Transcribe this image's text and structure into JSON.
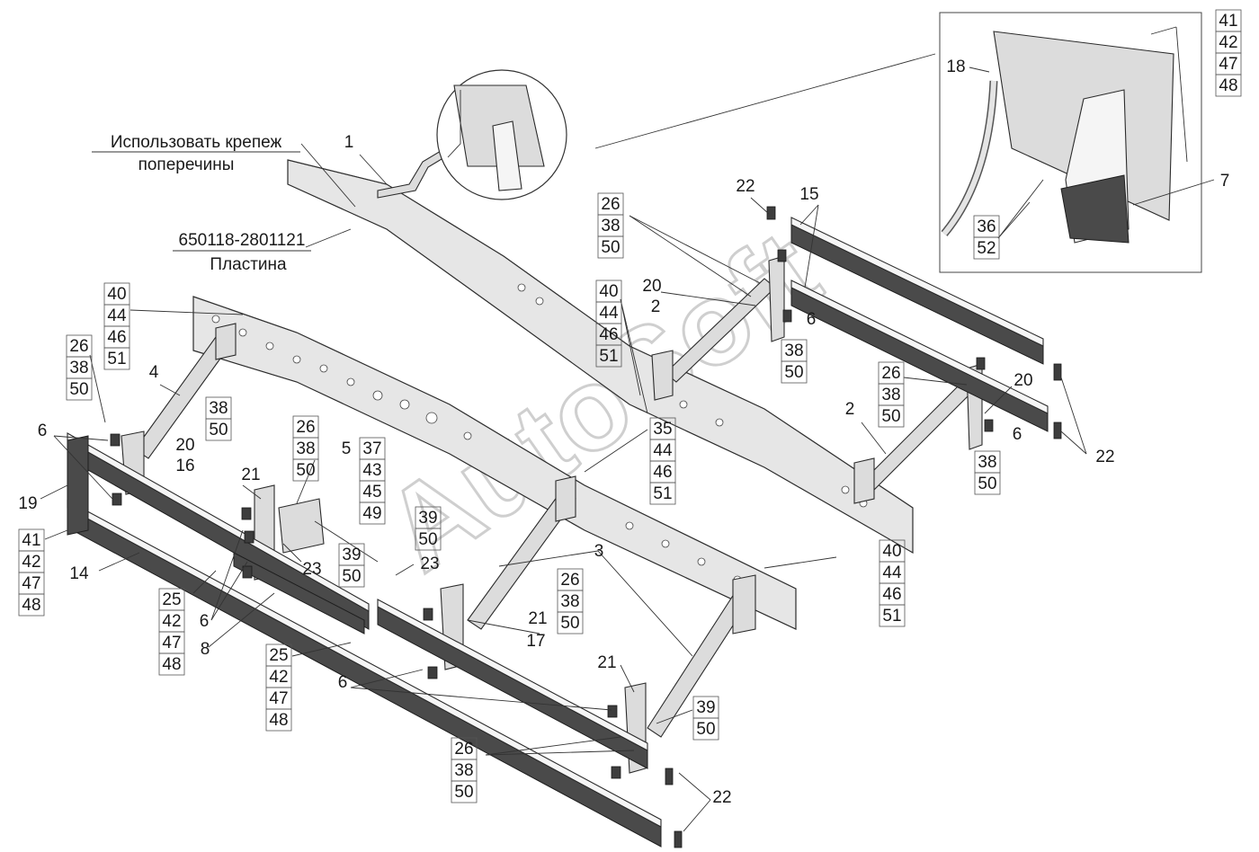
{
  "notes": {
    "use_crossmember_fasteners": [
      "Использовать крепеж",
      "поперечины"
    ],
    "plate_part_number": "650118-2801121",
    "plate_name": "Пластина"
  },
  "watermark": "AutoSoft",
  "callouts": [
    {
      "id": "c1",
      "lines": [
        "1"
      ]
    },
    {
      "id": "c41a",
      "lines": [
        "41",
        "42",
        "47",
        "48"
      ]
    },
    {
      "id": "c18",
      "lines": [
        "18"
      ]
    },
    {
      "id": "c7",
      "lines": [
        "7"
      ]
    },
    {
      "id": "c36",
      "lines": [
        "36",
        "52"
      ]
    },
    {
      "id": "c22a",
      "lines": [
        "22"
      ]
    },
    {
      "id": "c15",
      "lines": [
        "15"
      ]
    },
    {
      "id": "c26a",
      "lines": [
        "26",
        "38",
        "50"
      ]
    },
    {
      "id": "c40a",
      "lines": [
        "40",
        "44",
        "46",
        "51"
      ]
    },
    {
      "id": "c20a",
      "lines": [
        "20"
      ]
    },
    {
      "id": "c2a",
      "lines": [
        "2"
      ]
    },
    {
      "id": "c6a",
      "lines": [
        "6"
      ]
    },
    {
      "id": "c38a",
      "lines": [
        "38",
        "50"
      ]
    },
    {
      "id": "c26b",
      "lines": [
        "26",
        "38",
        "50"
      ]
    },
    {
      "id": "c20b",
      "lines": [
        "20"
      ]
    },
    {
      "id": "c2b",
      "lines": [
        "2"
      ]
    },
    {
      "id": "c6b",
      "lines": [
        "6"
      ]
    },
    {
      "id": "c38b",
      "lines": [
        "38",
        "50"
      ]
    },
    {
      "id": "c22b",
      "lines": [
        "22"
      ]
    },
    {
      "id": "c40b",
      "lines": [
        "40",
        "44",
        "46",
        "51"
      ]
    },
    {
      "id": "c26c",
      "lines": [
        "26",
        "38",
        "50"
      ]
    },
    {
      "id": "c4",
      "lines": [
        "4"
      ]
    },
    {
      "id": "c38c",
      "lines": [
        "38",
        "50"
      ]
    },
    {
      "id": "c6c",
      "lines": [
        "6"
      ]
    },
    {
      "id": "c20c",
      "lines": [
        "20"
      ]
    },
    {
      "id": "c16",
      "lines": [
        "16"
      ]
    },
    {
      "id": "c19",
      "lines": [
        "19"
      ]
    },
    {
      "id": "c41b",
      "lines": [
        "41",
        "42",
        "47",
        "48"
      ]
    },
    {
      "id": "c14",
      "lines": [
        "14"
      ]
    },
    {
      "id": "c26d",
      "lines": [
        "26",
        "38",
        "50"
      ]
    },
    {
      "id": "c5",
      "lines": [
        "5"
      ]
    },
    {
      "id": "c37",
      "lines": [
        "37",
        "43",
        "45",
        "49"
      ]
    },
    {
      "id": "c21a",
      "lines": [
        "21"
      ]
    },
    {
      "id": "c23a",
      "lines": [
        "23"
      ]
    },
    {
      "id": "c39a",
      "lines": [
        "39",
        "50"
      ]
    },
    {
      "id": "c39b",
      "lines": [
        "39",
        "50"
      ]
    },
    {
      "id": "c23b",
      "lines": [
        "23"
      ]
    },
    {
      "id": "c35",
      "lines": [
        "35",
        "44",
        "46",
        "51"
      ]
    },
    {
      "id": "c40c",
      "lines": [
        "40",
        "44",
        "46",
        "51"
      ]
    },
    {
      "id": "c3",
      "lines": [
        "3"
      ]
    },
    {
      "id": "c26e",
      "lines": [
        "26",
        "38",
        "50"
      ]
    },
    {
      "id": "c21b",
      "lines": [
        "21"
      ]
    },
    {
      "id": "c17",
      "lines": [
        "17"
      ]
    },
    {
      "id": "c25a",
      "lines": [
        "25",
        "42",
        "47",
        "48"
      ]
    },
    {
      "id": "c6d",
      "lines": [
        "6"
      ]
    },
    {
      "id": "c8",
      "lines": [
        "8"
      ]
    },
    {
      "id": "c25b",
      "lines": [
        "25",
        "42",
        "47",
        "48"
      ]
    },
    {
      "id": "c6e",
      "lines": [
        "6"
      ]
    },
    {
      "id": "c21c",
      "lines": [
        "21"
      ]
    },
    {
      "id": "c39c",
      "lines": [
        "39",
        "50"
      ]
    },
    {
      "id": "c26f",
      "lines": [
        "26",
        "38",
        "50"
      ]
    },
    {
      "id": "c22c",
      "lines": [
        "22"
      ]
    }
  ]
}
